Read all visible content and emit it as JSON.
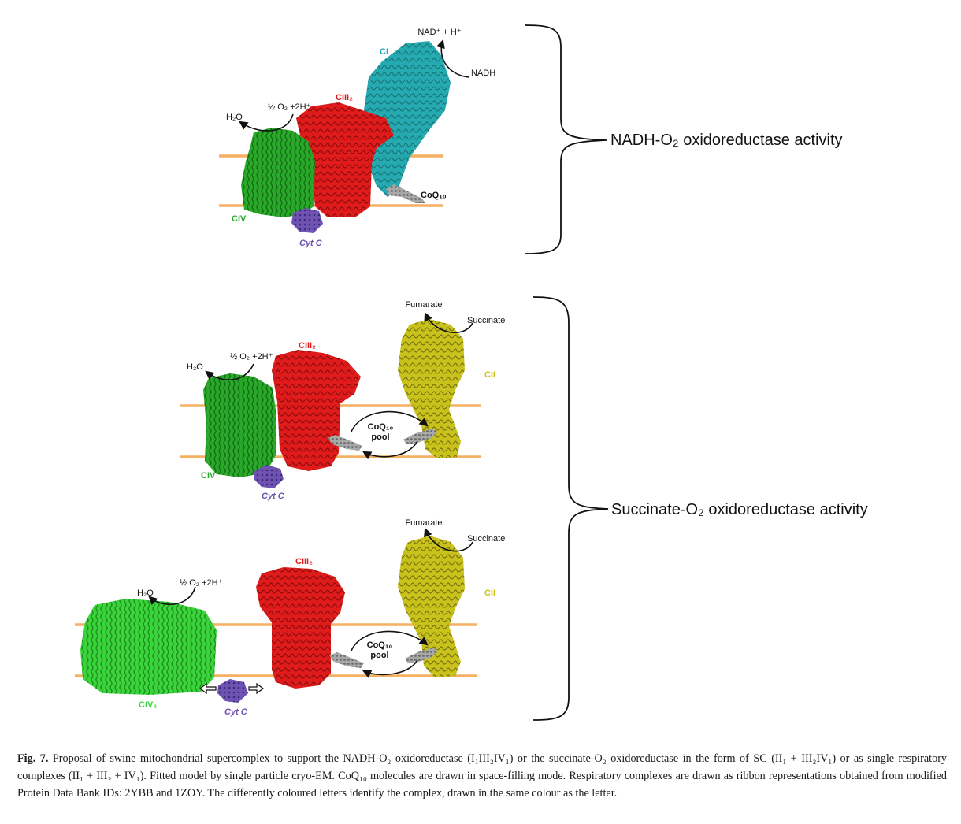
{
  "panel_top": {
    "nadh": "NADH",
    "nad_products": "NAD⁺ + H⁺",
    "o2_reaction": "½ O₂ +2H⁺",
    "water": "H₂O",
    "coq10": "CoQ₁₀",
    "labels": {
      "ci": "CI",
      "ciii2": "CIII₂",
      "civ": "CIV",
      "cytc": "Cyt C"
    },
    "activity": "NADH-O₂ oxidoreductase activity"
  },
  "panel_middle": {
    "fumarate": "Fumarate",
    "succinate": "Succinate",
    "o2_reaction": "½ O₂ +2H⁺",
    "water": "H₂O",
    "pool_line1": "CoQ₁₀",
    "pool_line2": "pool",
    "labels": {
      "ciii2": "CIII₂",
      "civ": "CIV",
      "cii": "CII",
      "cytc": "Cyt C"
    }
  },
  "panel_bottom": {
    "fumarate": "Fumarate",
    "succinate": "Succinate",
    "o2_reaction": "½ O₂ +2H⁺",
    "water": "H₂O",
    "pool_line1": "CoQ₁₀",
    "pool_line2": "pool",
    "labels": {
      "ciii2": "CIII₂",
      "civ2": "CIV₂",
      "cii": "CII",
      "cytc": "Cyt C"
    }
  },
  "activity_succinate": "Succinate-O₂ oxidoreductase activity",
  "caption": {
    "figure_number": "Fig. 7.",
    "text": "Proposal of swine mitochondrial supercomplex to support the NADH-O₂ oxidoreductase (I₁III₂IV₁) or the succinate-O₂ oxidoreductase in the form of SC (II₁ + III₂IV₁) or as single respiratory complexes (II₁ + III₂ + IV₁). Fitted model by single particle cryo-EM. CoQ₁₀ molecules are drawn in space-filling mode. Respiratory complexes are drawn as ribbon representations obtained from modified Protein Data Bank IDs: 2YBB and 1ZOY. The differently coloured letters identify the complex, drawn in the same colour as the letter."
  },
  "colors": {
    "ci": "#1aa6ad",
    "ciii": "#e01b1b",
    "civ": "#29a829",
    "civ2": "#3cd43c",
    "cii": "#c9c21c",
    "cytc": "#6f53b3",
    "membrane": "#f5b061",
    "coq": "#a8a8a8"
  }
}
